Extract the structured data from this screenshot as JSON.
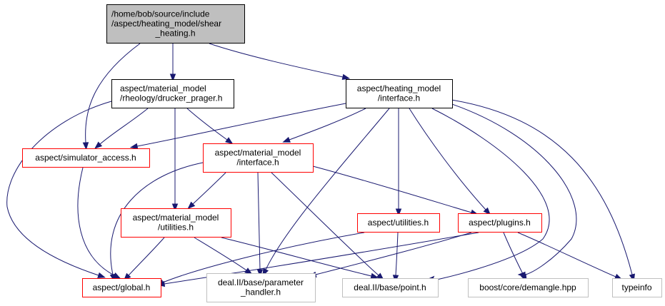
{
  "title": "Include dependency graph for shear_heating.h",
  "colors": {
    "edge": "#191970",
    "root_fill": "#bfbfbf",
    "documented_border": "#000000",
    "incomplete_border": "#ff0000",
    "external_border": "#bfbfbf"
  },
  "nodes": [
    {
      "id": "root",
      "kind": "root",
      "lines": [
        "/home/bob/source/include",
        "/aspect/heating_model/shear",
        "_heating.h"
      ]
    },
    {
      "id": "drucker_prager",
      "kind": "documented",
      "lines": [
        "aspect/material_model",
        "/rheology/drucker_prager.h"
      ]
    },
    {
      "id": "heating_interface",
      "kind": "documented",
      "lines": [
        "aspect/heating_model",
        "/interface.h"
      ]
    },
    {
      "id": "simulator_access",
      "kind": "incomplete",
      "lines": [
        "aspect/simulator_access.h"
      ]
    },
    {
      "id": "material_interface",
      "kind": "incomplete",
      "lines": [
        "aspect/material_model",
        "/interface.h"
      ]
    },
    {
      "id": "material_utilities",
      "kind": "incomplete",
      "lines": [
        "aspect/material_model",
        "/utilities.h"
      ]
    },
    {
      "id": "utilities",
      "kind": "incomplete",
      "lines": [
        "aspect/utilities.h"
      ]
    },
    {
      "id": "plugins",
      "kind": "incomplete",
      "lines": [
        "aspect/plugins.h"
      ]
    },
    {
      "id": "global",
      "kind": "incomplete",
      "lines": [
        "aspect/global.h"
      ]
    },
    {
      "id": "parameter_handler",
      "kind": "external",
      "lines": [
        "deal.II/base/parameter",
        "_handler.h"
      ]
    },
    {
      "id": "point",
      "kind": "external",
      "lines": [
        "deal.II/base/point.h"
      ]
    },
    {
      "id": "demangle",
      "kind": "external",
      "lines": [
        "boost/core/demangle.hpp"
      ]
    },
    {
      "id": "typeinfo",
      "kind": "external",
      "lines": [
        "typeinfo"
      ]
    }
  ],
  "edges": [
    {
      "from": "root",
      "to": "drucker_prager"
    },
    {
      "from": "root",
      "to": "heating_interface"
    },
    {
      "from": "root",
      "to": "simulator_access"
    },
    {
      "from": "drucker_prager",
      "to": "simulator_access"
    },
    {
      "from": "drucker_prager",
      "to": "material_interface"
    },
    {
      "from": "drucker_prager",
      "to": "material_utilities"
    },
    {
      "from": "drucker_prager",
      "to": "global"
    },
    {
      "from": "heating_interface",
      "to": "simulator_access"
    },
    {
      "from": "heating_interface",
      "to": "material_interface"
    },
    {
      "from": "heating_interface",
      "to": "parameter_handler"
    },
    {
      "from": "heating_interface",
      "to": "utilities"
    },
    {
      "from": "heating_interface",
      "to": "plugins"
    },
    {
      "from": "heating_interface",
      "to": "point"
    },
    {
      "from": "heating_interface",
      "to": "demangle"
    },
    {
      "from": "heating_interface",
      "to": "typeinfo"
    },
    {
      "from": "simulator_access",
      "to": "global"
    },
    {
      "from": "material_interface",
      "to": "material_utilities"
    },
    {
      "from": "material_interface",
      "to": "global"
    },
    {
      "from": "material_interface",
      "to": "parameter_handler"
    },
    {
      "from": "material_interface",
      "to": "point"
    },
    {
      "from": "material_interface",
      "to": "plugins"
    },
    {
      "from": "material_utilities",
      "to": "global"
    },
    {
      "from": "material_utilities",
      "to": "parameter_handler"
    },
    {
      "from": "material_utilities",
      "to": "point"
    },
    {
      "from": "utilities",
      "to": "global"
    },
    {
      "from": "utilities",
      "to": "point"
    },
    {
      "from": "plugins",
      "to": "global"
    },
    {
      "from": "plugins",
      "to": "parameter_handler"
    },
    {
      "from": "plugins",
      "to": "demangle"
    },
    {
      "from": "plugins",
      "to": "typeinfo"
    }
  ]
}
